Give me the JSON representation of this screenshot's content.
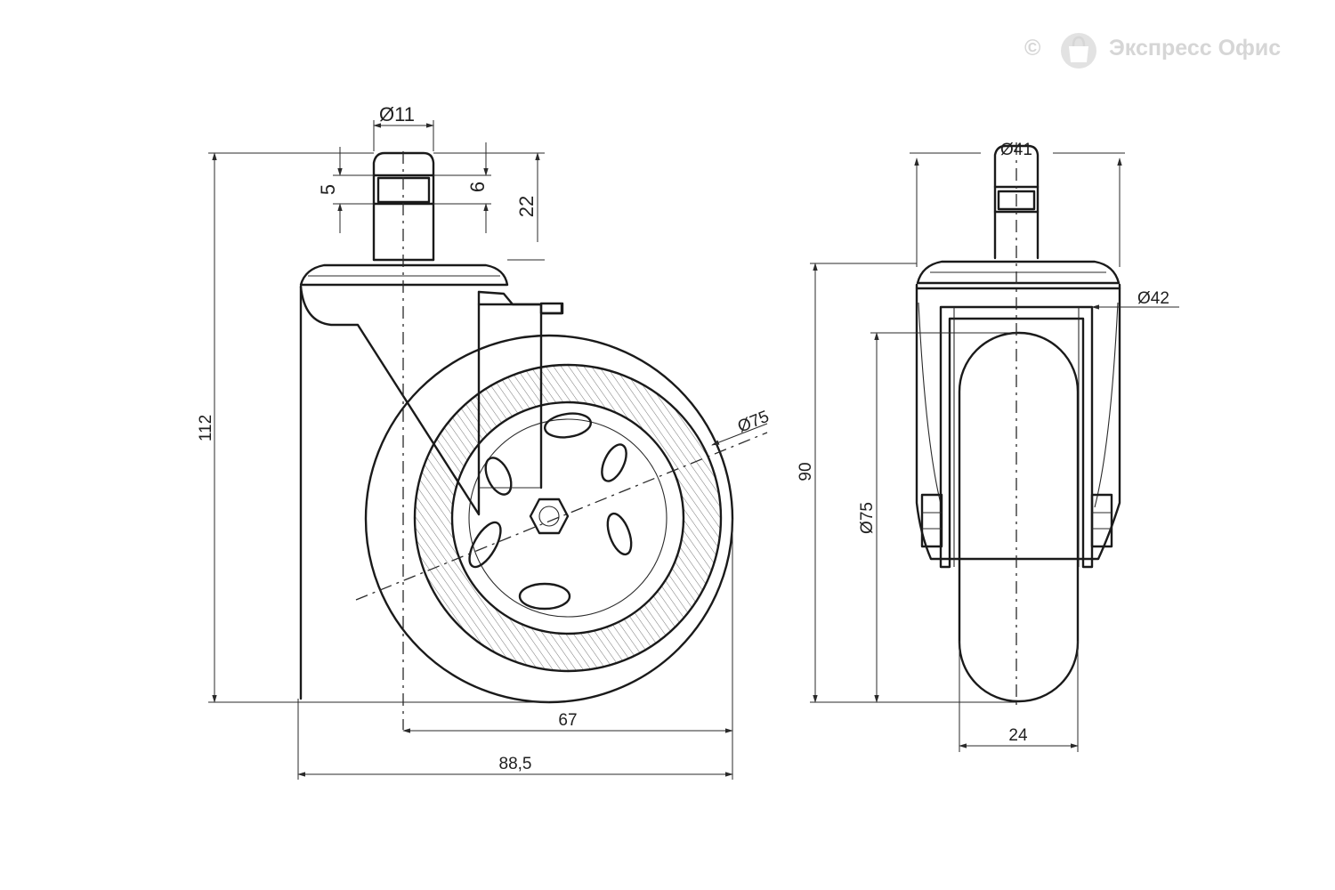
{
  "watermark": {
    "copyright_symbol": "©",
    "brand": "Экспресс Офис",
    "logo_icon": "shopping-bag-logo-icon"
  },
  "colors": {
    "line": "#1a1a1a",
    "watermark": "#d6d6d6",
    "background": "#ffffff"
  },
  "side_view": {
    "pin_diameter": "Ø11",
    "ring_height": "5",
    "groove_height": "6",
    "pin_height": "22",
    "total_height": "112",
    "wheel_diameter": "Ø75",
    "offset": "67",
    "overall_width": "88,5"
  },
  "front_view": {
    "plate_diameter": "Ø41",
    "bracket_width": "Ø42",
    "height": "90",
    "wheel_diameter": "Ø75",
    "wheel_width": "24"
  }
}
